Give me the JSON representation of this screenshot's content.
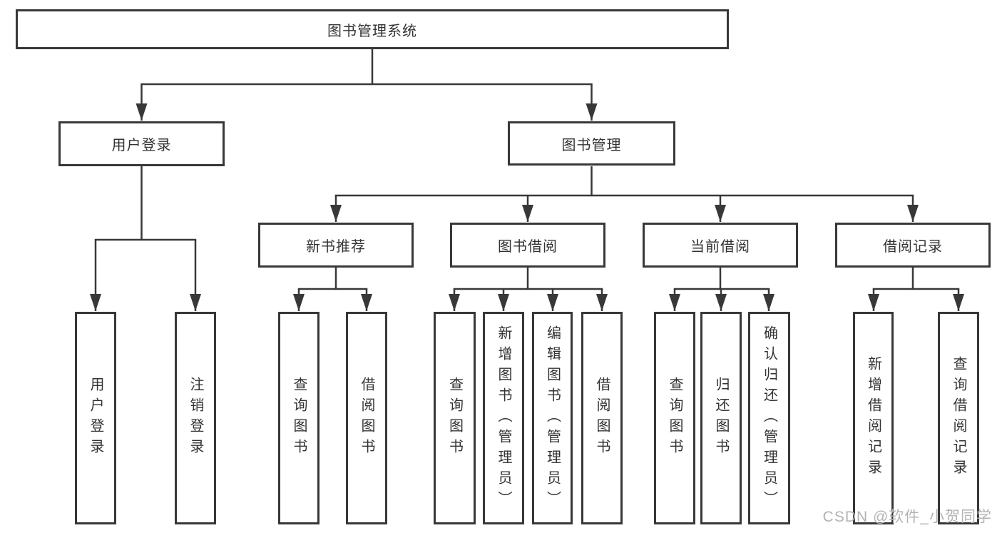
{
  "tree": {
    "root": "图书管理系统",
    "login": {
      "label": "用户登录",
      "children": [
        "用户登录",
        "注销登录"
      ]
    },
    "manage": {
      "label": "图书管理",
      "groups": [
        {
          "label": "新书推荐",
          "children": [
            "查询图书",
            "借阅图书"
          ]
        },
        {
          "label": "图书借阅",
          "children": [
            "查询图书",
            "新增图书（管理员）",
            "编辑图书（管理员）",
            "借阅图书"
          ]
        },
        {
          "label": "当前借阅",
          "children": [
            "查询图书",
            "归还图书",
            "确认归还（管理员）"
          ]
        },
        {
          "label": "借阅记录",
          "children": [
            "新增借阅记录",
            "查询借阅记录"
          ]
        }
      ]
    }
  },
  "watermark": "CSDN @软件_小贺同学",
  "colors": {
    "line": "#383838",
    "text": "#333333",
    "watermark_text": "#b3b3b3",
    "background": "#ffffff"
  }
}
